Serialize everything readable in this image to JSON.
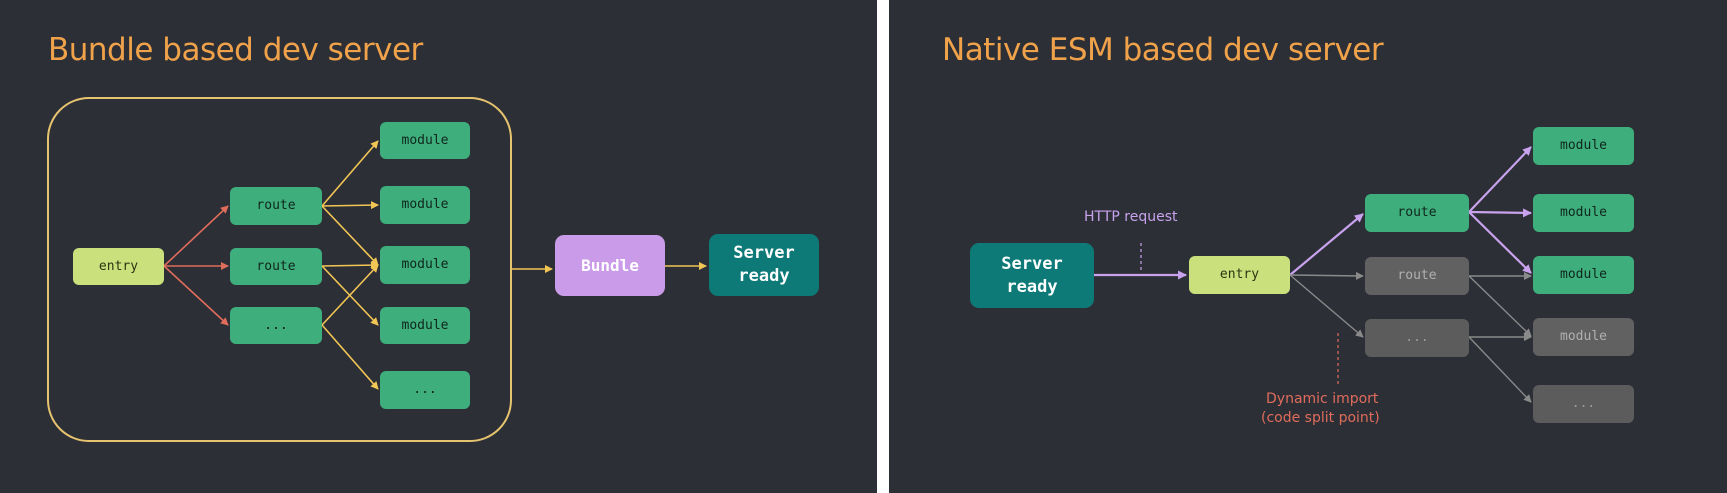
{
  "colors": {
    "background": "#2c2f36",
    "title": "#f0a24b",
    "bundle_frame": "#e6c36f",
    "module_green": "#3dae7c",
    "entry_yellow_green": "#c9e07c",
    "bundle_purple": "#c99be8",
    "server_teal": "#0e7a78",
    "arrow_red": "#e06c5b",
    "arrow_yellow": "#f2c655",
    "arrow_purple": "#c9a2ee",
    "arrow_grey": "#8a8a8a",
    "http_label": "#c9a2ee",
    "dynamic_label": "#e06c5b"
  },
  "left": {
    "title": "Bundle based dev server",
    "nodes": {
      "entry": "entry",
      "route_1": "route",
      "route_2": "route",
      "route_3": "...",
      "module_1": "module",
      "module_2": "module",
      "module_3": "module",
      "module_4": "module",
      "module_5": "...",
      "bundle": "Bundle",
      "server_ready": "Server\nready"
    }
  },
  "right": {
    "title": "Native ESM based dev server",
    "nodes": {
      "server_ready": "Server\nready",
      "entry": "entry",
      "route_1": "route",
      "route_2": "route",
      "route_3": "...",
      "module_1": "module",
      "module_2": "module",
      "module_3": "module",
      "module_4": "module",
      "module_5": "..."
    },
    "labels": {
      "http_request": "HTTP request",
      "dynamic_import_1": "Dynamic import",
      "dynamic_import_2": "(code split point)"
    }
  }
}
